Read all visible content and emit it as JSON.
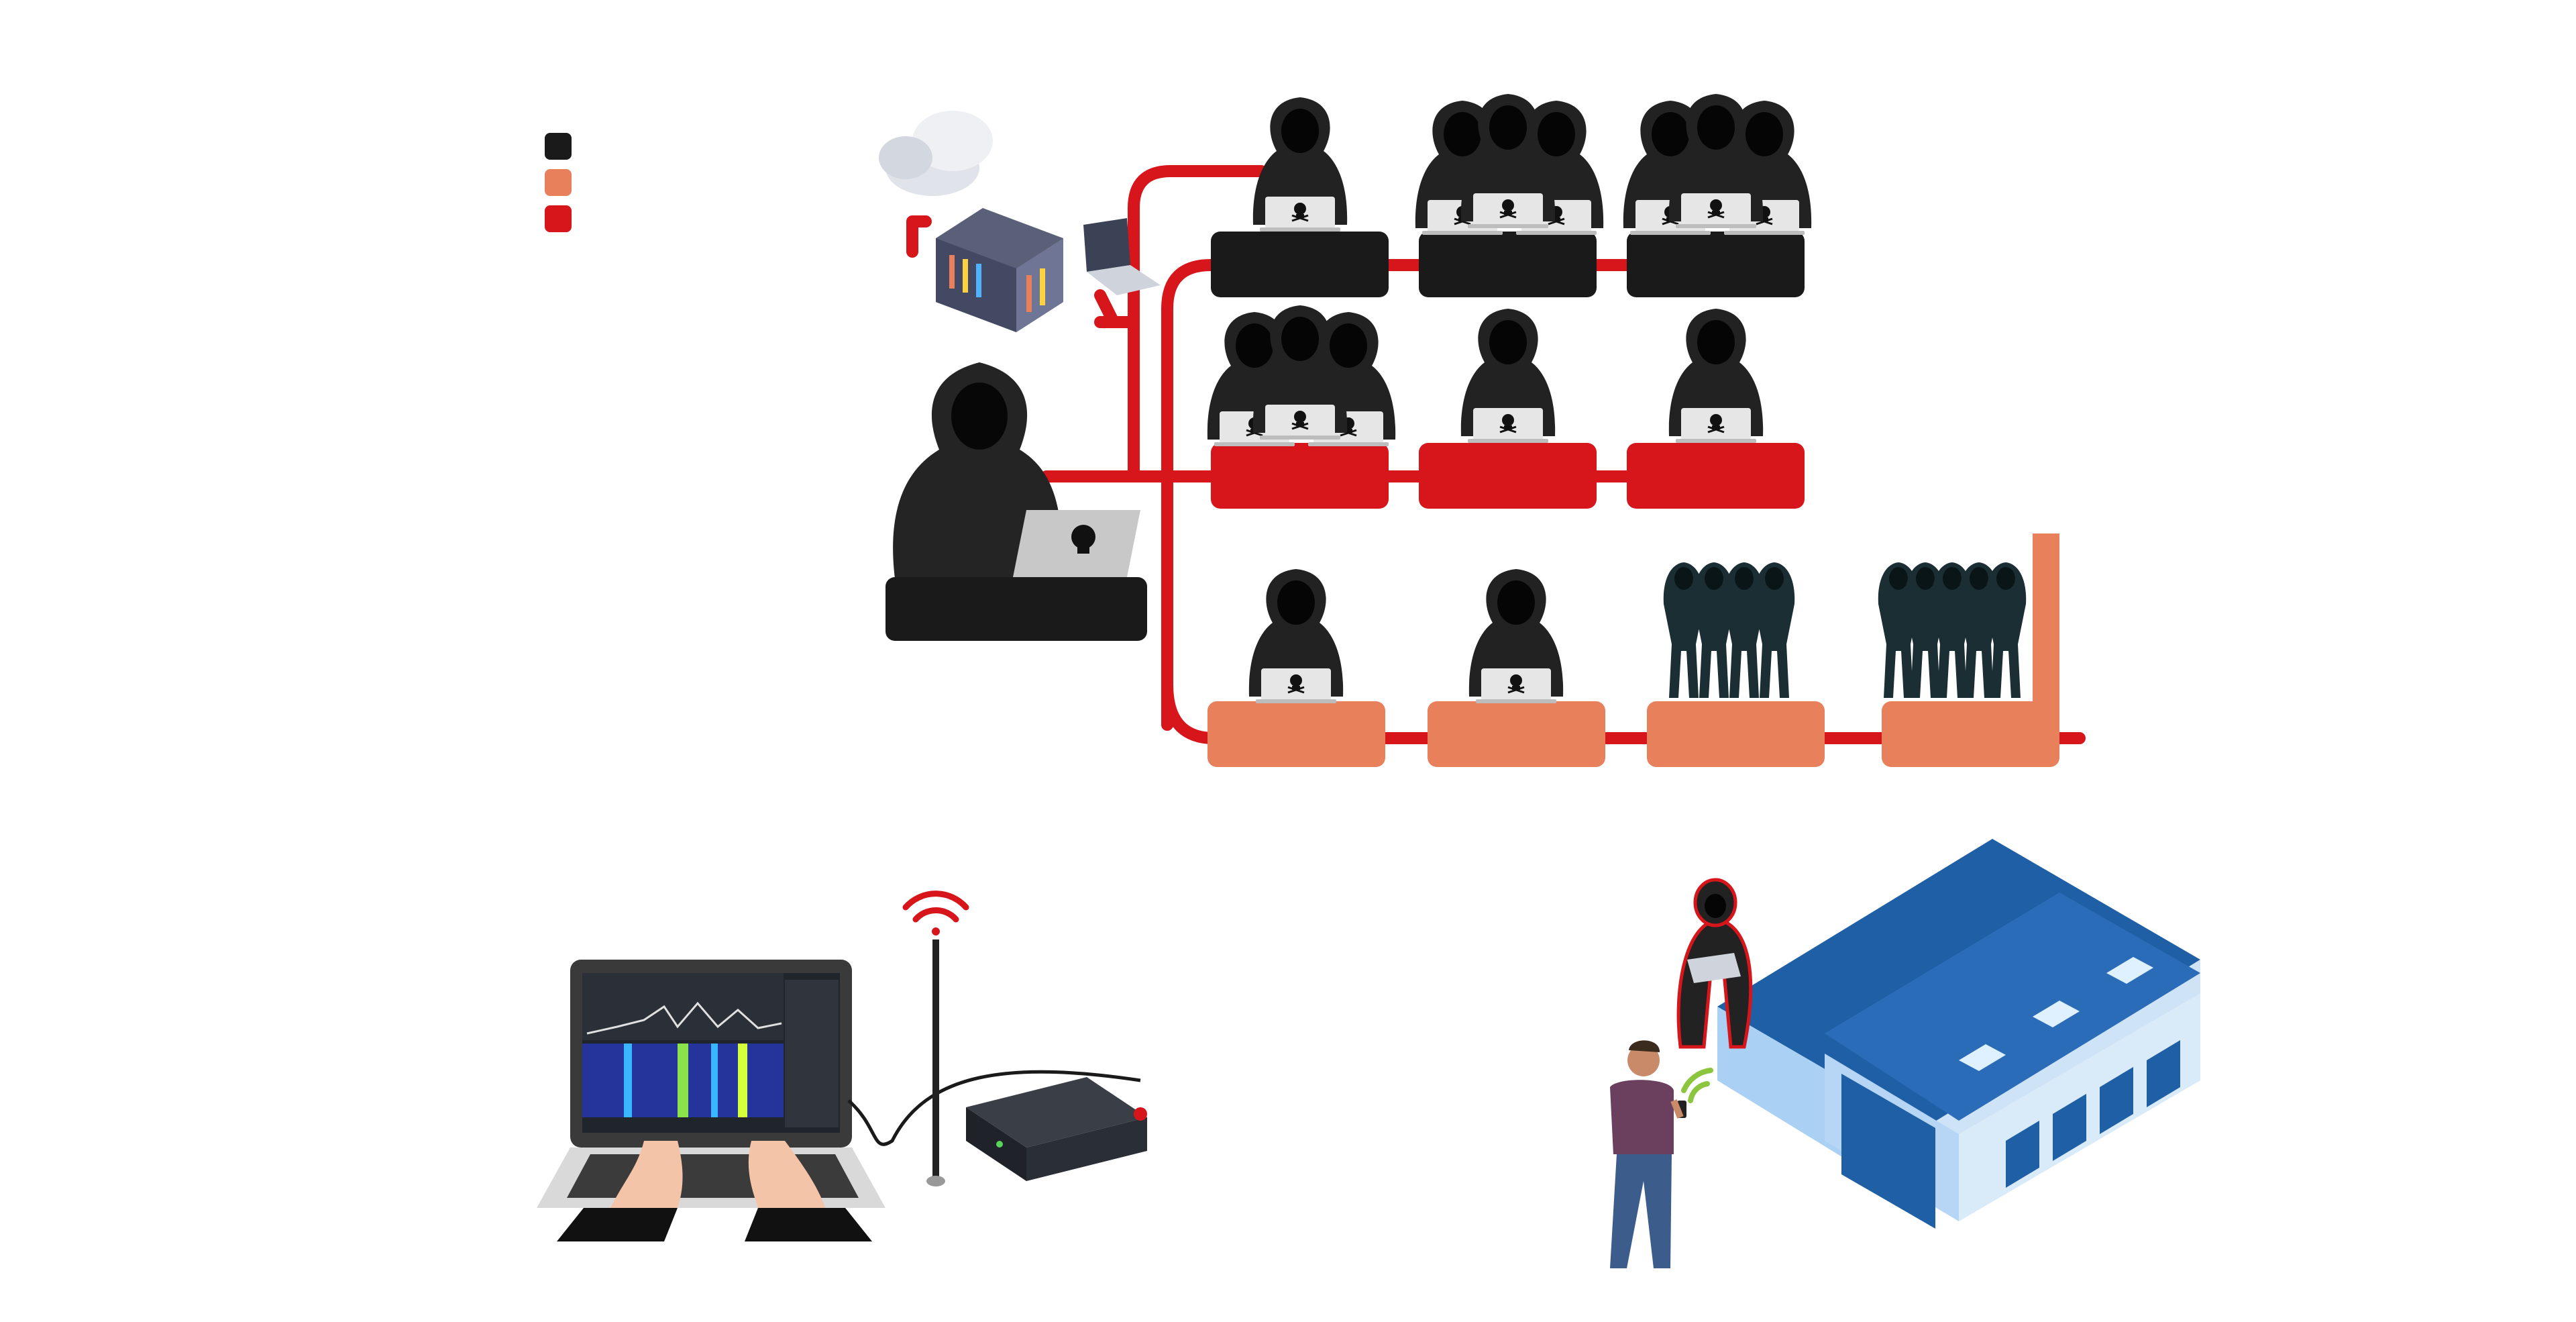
{
  "legend": {
    "items": [
      {
        "color": "#1a1a1a"
      },
      {
        "color": "#e8805c"
      },
      {
        "color": "#d7161c"
      }
    ]
  },
  "colors": {
    "network_line": "#d7161c",
    "tier_black": "#1a1a1a",
    "tier_red": "#d7161c",
    "tier_orange": "#e8805c",
    "hoodie": "#222222",
    "laptop": "#cfcfcf",
    "building_roof": "#1f5fa5",
    "building_wall": "#cfe3f7",
    "wifi_red": "#d7161c",
    "wifi_green": "#8cc63f"
  },
  "icons": [
    "cloud-icon",
    "server-rack-icon",
    "laptop-icon",
    "skull-icon",
    "hacker-icon",
    "spectrum-analyzer-icon",
    "sdr-device-icon",
    "antenna-icon",
    "wifi-icon",
    "warehouse-icon",
    "person-icon"
  ],
  "network": {
    "tiers": [
      {
        "color": "#1a1a1a",
        "groups": [
          1,
          3,
          3
        ]
      },
      {
        "color": "#d7161c",
        "groups": [
          3,
          1,
          1
        ]
      },
      {
        "color": "#e8805c",
        "groups": [
          1,
          1,
          4,
          5
        ]
      }
    ]
  }
}
